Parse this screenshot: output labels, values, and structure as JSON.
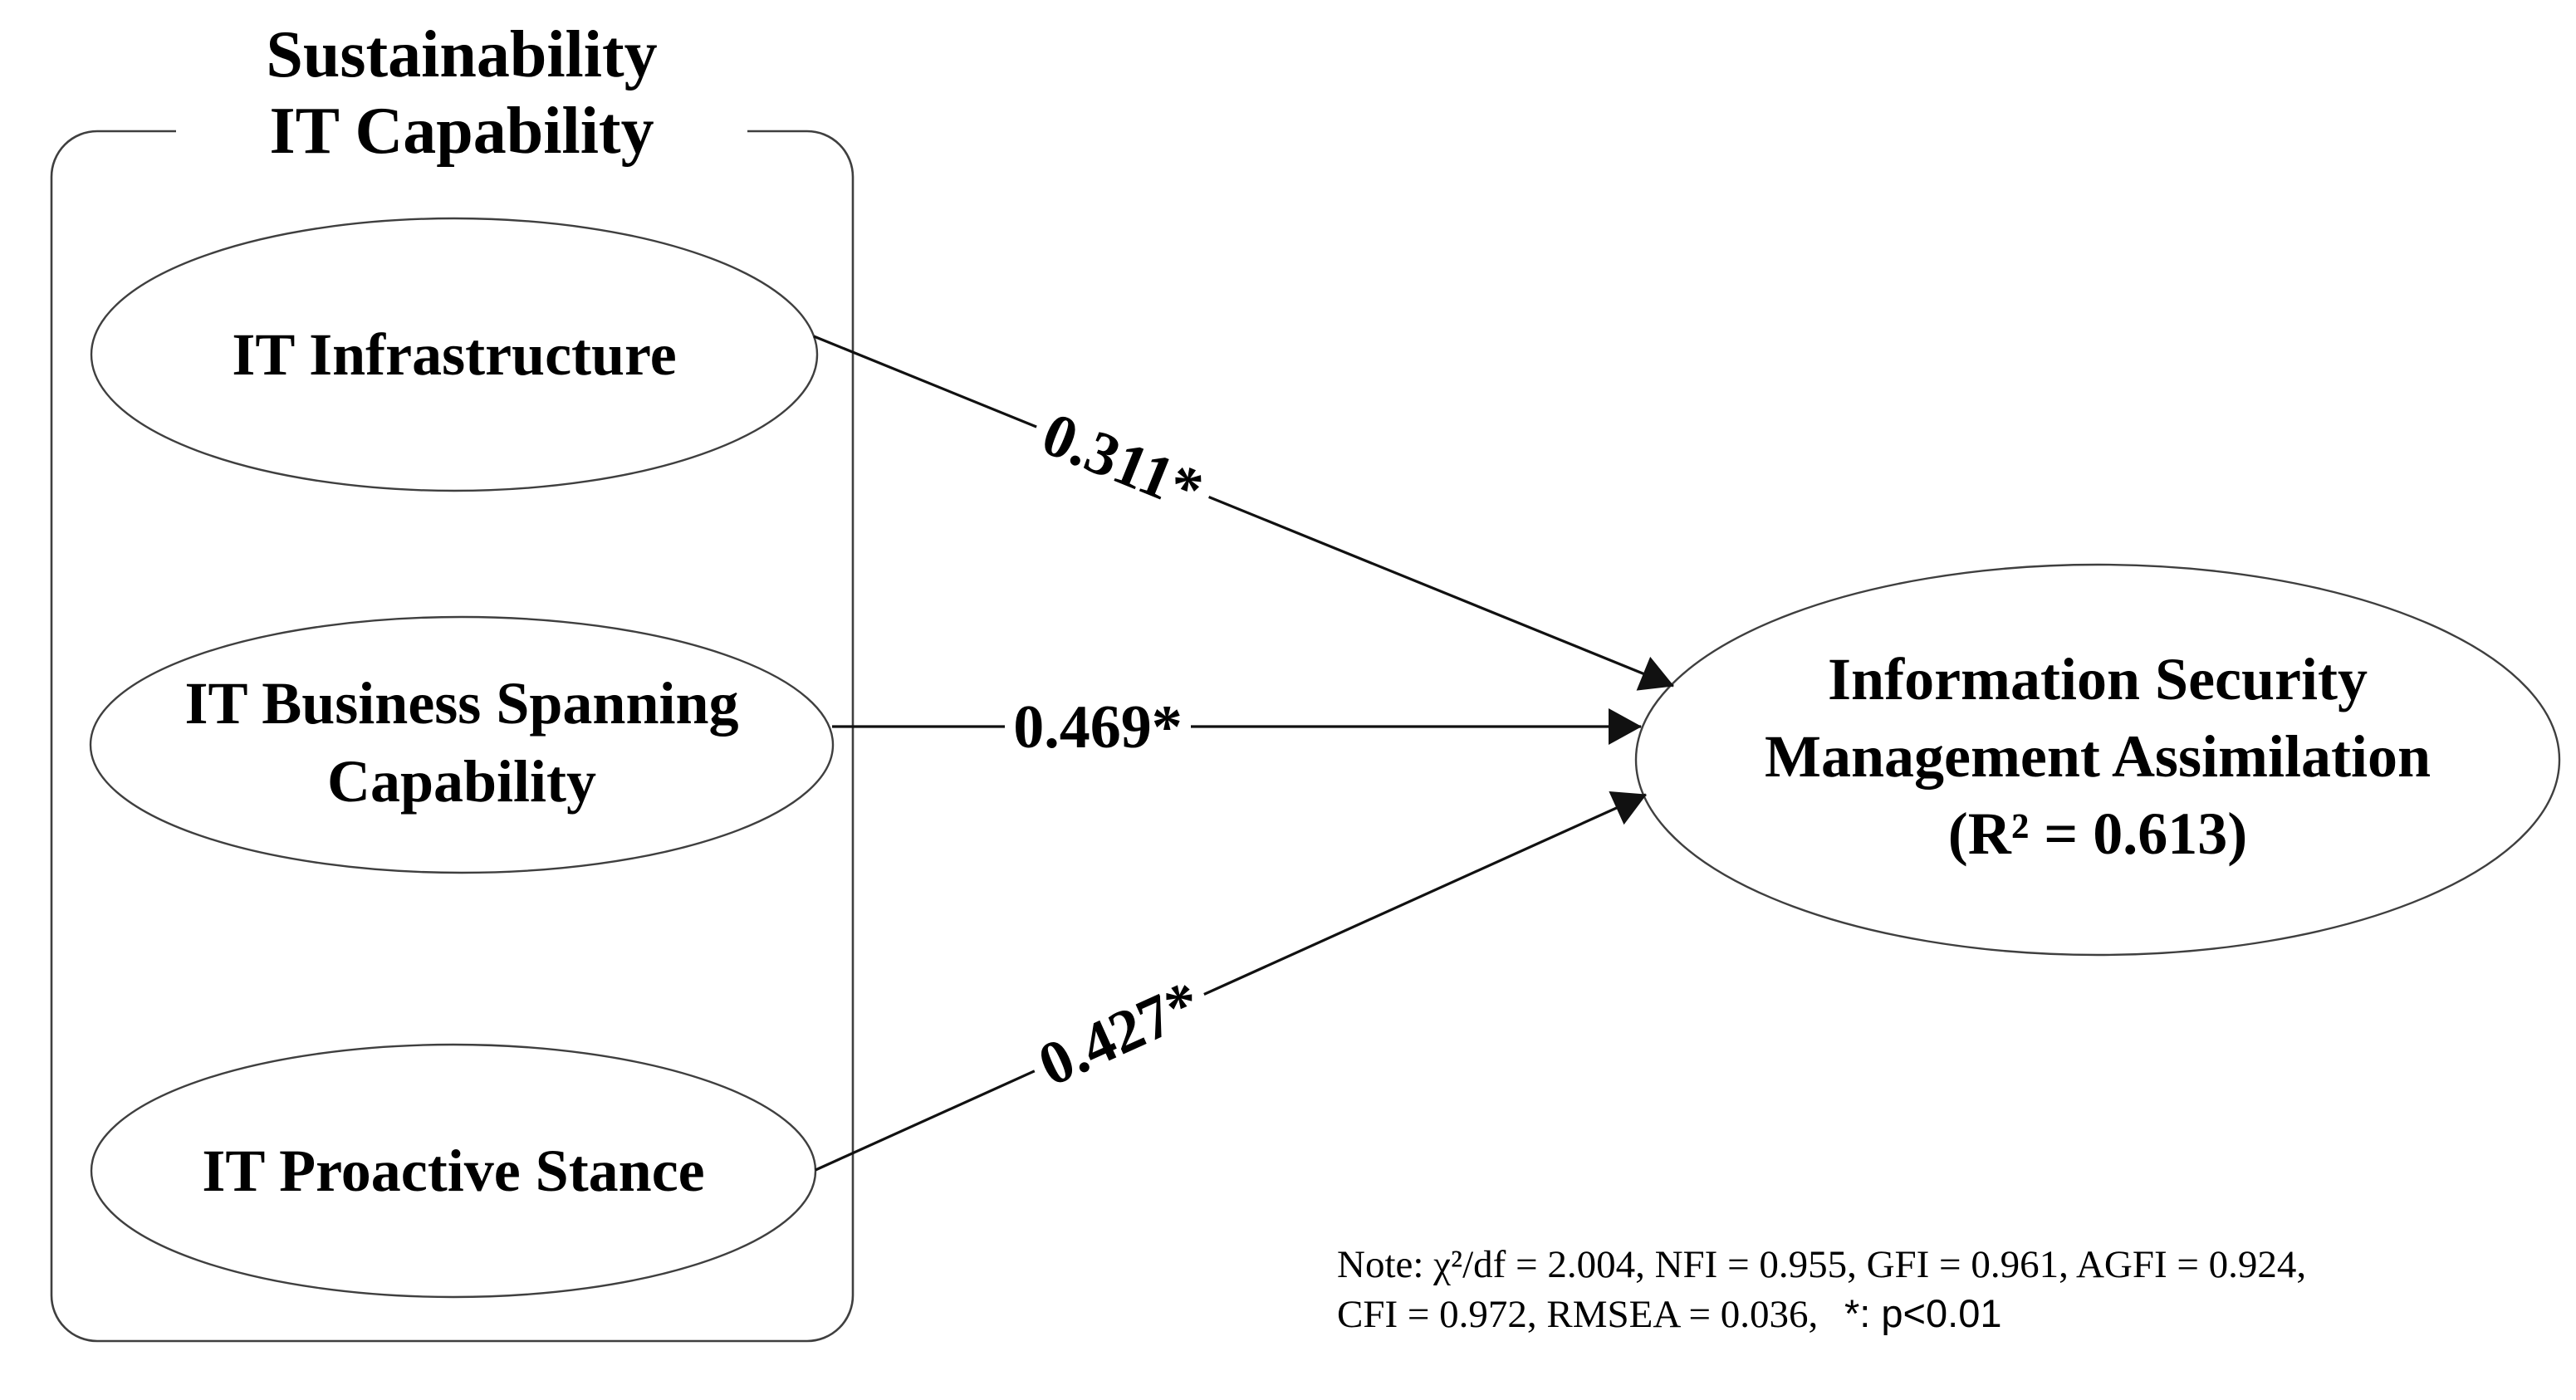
{
  "figure": {
    "kind": "SEM path diagram",
    "group_title": {
      "line1": "Sustainability",
      "line2": "IT Capability"
    },
    "nodes": {
      "it_infrastructure": {
        "label": "IT Infrastructure"
      },
      "it_business_spanning": {
        "lines": [
          "IT Business Spanning",
          "Capability"
        ]
      },
      "it_proactive_stance": {
        "label": "IT Proactive Stance"
      },
      "isma": {
        "lines": [
          "Information Security",
          "Management Assimilation",
          "(R² = 0.613)"
        ]
      }
    },
    "paths": [
      {
        "from": "IT Infrastructure",
        "to": "Information Security Management Assimilation",
        "coefficient": "0.311*"
      },
      {
        "from": "IT Business Spanning Capability",
        "to": "Information Security Management Assimilation",
        "coefficient": "0.469*"
      },
      {
        "from": "IT Proactive Stance",
        "to": "Information Security Management Assimilation",
        "coefficient": "0.427*"
      }
    ],
    "note": {
      "line1": "Note: χ²/df = 2.004, NFI = 0.955, GFI = 0.961, AGFI = 0.924,",
      "line2_serif": "CFI = 0.972, RMSEA = 0.036,",
      "line2_sans": "*: p<0.01"
    },
    "colors": {
      "ink": "#000000",
      "outline": "#3f3f3f",
      "arrow": "#111111",
      "background": "#ffffff"
    }
  }
}
